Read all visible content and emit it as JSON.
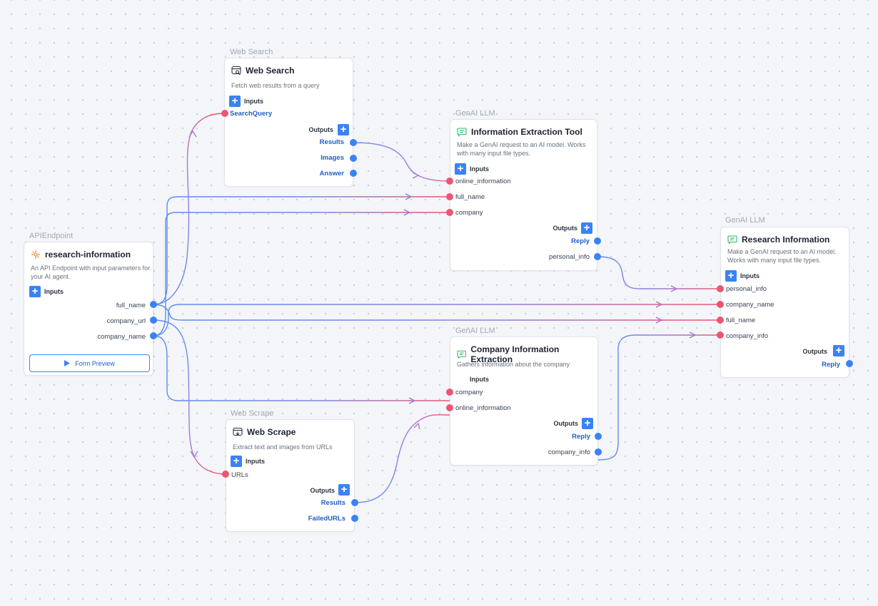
{
  "nodes": {
    "api": {
      "caption": "APIEndpoint",
      "title": "research-information",
      "desc": "An API Endpoint with input parameters for your AI agent.",
      "inputs_label": "Inputs",
      "ports": [
        "full_name",
        "company_url",
        "company_name"
      ],
      "button_label": "Form Preview"
    },
    "web_search": {
      "caption": "Web Search",
      "title": "Web Search",
      "desc": "Fetch web results from a query",
      "inputs_label": "Inputs",
      "input_ports": [
        "SearchQuery"
      ],
      "outputs_label": "Outputs",
      "output_ports": [
        "Results",
        "Images",
        "Answer"
      ]
    },
    "info_tool": {
      "caption": "GenAI LLM",
      "title": "Information Extraction Tool",
      "desc": "Make a GenAI request to an AI model. Works with many input file types.",
      "inputs_label": "Inputs",
      "input_ports": [
        "online_information",
        "full_name",
        "company"
      ],
      "outputs_label": "Outputs",
      "output_ports": [
        "Reply",
        "personal_info"
      ]
    },
    "research": {
      "caption": "GenAI LLM",
      "title": "Research Information",
      "desc": "Make a GenAI request to an AI model. Works with many input file types.",
      "inputs_label": "Inputs",
      "input_ports": [
        "personal_info",
        "company_name",
        "full_name",
        "company_info"
      ],
      "outputs_label": "Outputs",
      "output_ports": [
        "Reply"
      ]
    },
    "company_extract": {
      "caption": "GenAI LLM",
      "title": "Company Information Extraction",
      "desc": "Gathers information about the company",
      "inputs_label": "Inputs",
      "input_ports": [
        "company",
        "online_information"
      ],
      "outputs_label": "Outputs",
      "output_ports": [
        "Reply",
        "company_info"
      ]
    },
    "web_scrape": {
      "caption": "Web Scrape",
      "title": "Web Scrape",
      "desc": "Extract text and images from URLs",
      "inputs_label": "Inputs",
      "input_ports": [
        "URLs"
      ],
      "outputs_label": "Outputs",
      "output_ports": [
        "Results",
        "FailedURLs"
      ]
    }
  },
  "icons": {
    "api": "endpoint-icon",
    "web_search": "web-search-icon",
    "llm": "chat-bubble-icon",
    "web_scrape": "web-scrape-icon",
    "plus": "+",
    "play": "play-icon"
  },
  "colors": {
    "input_port": "#ee5570",
    "output_port": "#3b82f6",
    "accent": "#3b82f6",
    "api_icon": "#f08a3c",
    "llm_icon": "#34b36b"
  }
}
